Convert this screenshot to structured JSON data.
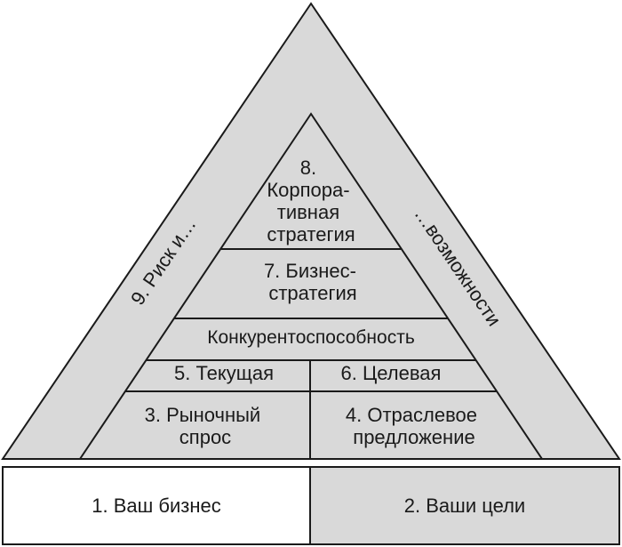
{
  "diagram": {
    "outer": {
      "left_label": "9. Риск и…",
      "right_label": "…возможности"
    },
    "inner": {
      "top_lines": [
        "8.",
        "Корпора-",
        "тивная",
        "стратегия"
      ],
      "business_lines": [
        "7. Бизнес-",
        "стратегия"
      ],
      "competitiveness": "Конкурентоспособность",
      "current": "5. Текущая",
      "target": "6. Целевая",
      "market_lines": [
        "3. Рыночный",
        "спрос"
      ],
      "industry_lines": [
        "4. Отраслевое",
        "предложение"
      ]
    },
    "bottom": {
      "business": "1. Ваш бизнес",
      "goals": "2. Ваши цели"
    },
    "colors": {
      "fill": "#d9d9d9",
      "stroke": "#1a1a1a",
      "white": "#ffffff"
    }
  }
}
